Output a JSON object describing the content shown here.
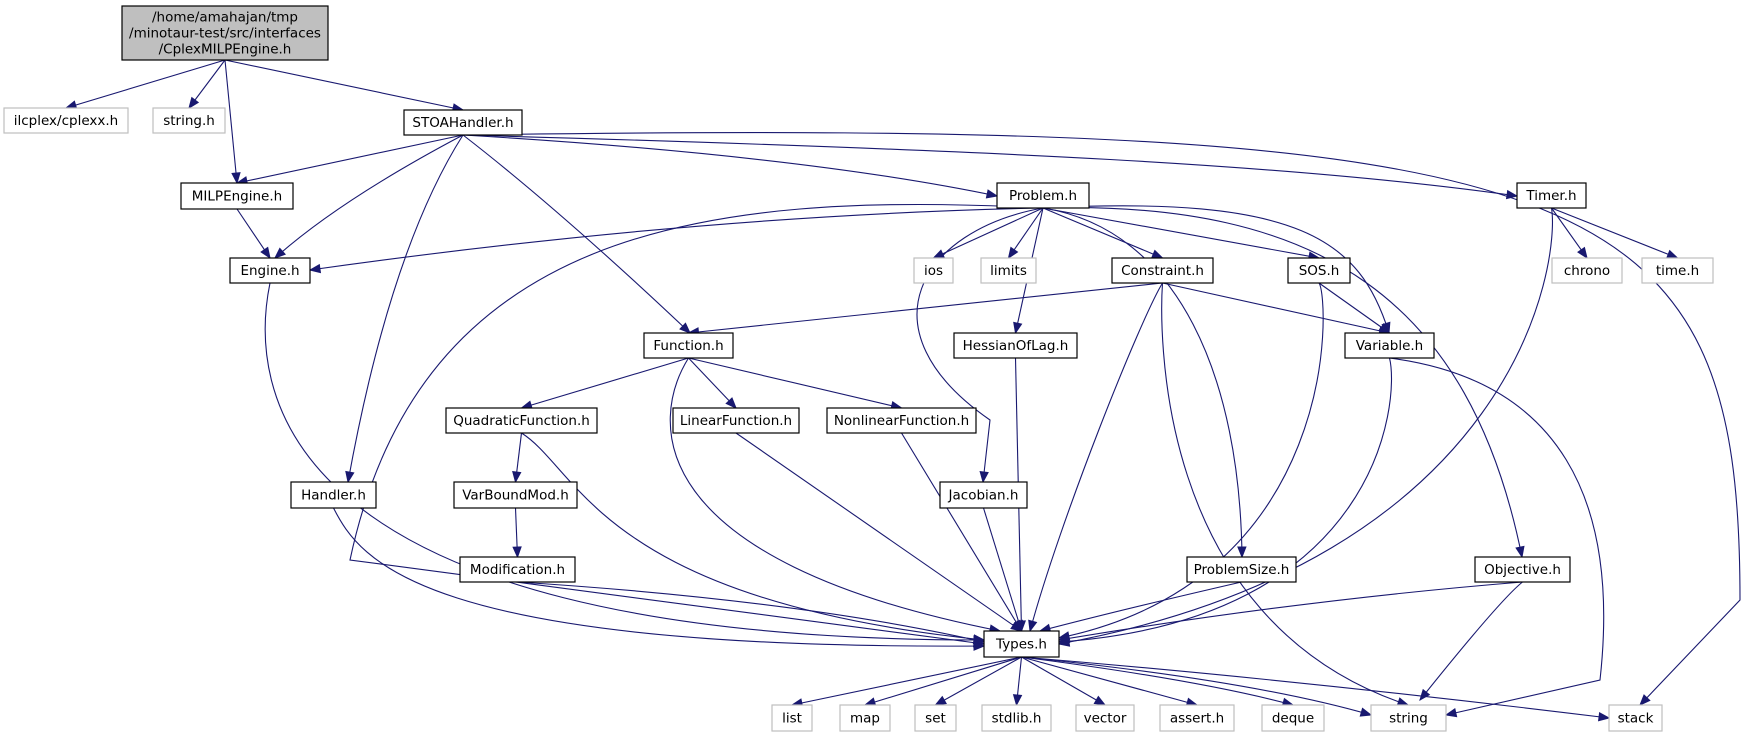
{
  "colors": {
    "edge": "#191970",
    "node_border": "#000000",
    "node_fill": "#ffffff",
    "external_border": "#bfbfbf",
    "external_text": "#404040",
    "root_fill": "#bfbfbf"
  },
  "nodes": [
    {
      "id": "root",
      "lines": [
        "/home/amahajan/tmp",
        "/minotaur-test/src/interfaces",
        "/CplexMILPEngine.h"
      ],
      "kind": "root"
    },
    {
      "id": "ilcplex",
      "lines": [
        "ilcplex/cplexx.h"
      ],
      "kind": "external"
    },
    {
      "id": "string_h",
      "lines": [
        "string.h"
      ],
      "kind": "external"
    },
    {
      "id": "stoahandler",
      "lines": [
        "STOAHandler.h"
      ],
      "kind": "local"
    },
    {
      "id": "milpengine",
      "lines": [
        "MILPEngine.h"
      ],
      "kind": "local"
    },
    {
      "id": "engine",
      "lines": [
        "Engine.h"
      ],
      "kind": "local"
    },
    {
      "id": "problem",
      "lines": [
        "Problem.h"
      ],
      "kind": "local"
    },
    {
      "id": "timer",
      "lines": [
        "Timer.h"
      ],
      "kind": "local"
    },
    {
      "id": "ios",
      "lines": [
        "ios"
      ],
      "kind": "external"
    },
    {
      "id": "limits",
      "lines": [
        "limits"
      ],
      "kind": "external"
    },
    {
      "id": "constraint",
      "lines": [
        "Constraint.h"
      ],
      "kind": "local"
    },
    {
      "id": "sos",
      "lines": [
        "SOS.h"
      ],
      "kind": "local"
    },
    {
      "id": "chrono",
      "lines": [
        "chrono"
      ],
      "kind": "external"
    },
    {
      "id": "time_h",
      "lines": [
        "time.h"
      ],
      "kind": "external"
    },
    {
      "id": "function",
      "lines": [
        "Function.h"
      ],
      "kind": "local"
    },
    {
      "id": "hessian",
      "lines": [
        "HessianOfLag.h"
      ],
      "kind": "local"
    },
    {
      "id": "variable",
      "lines": [
        "Variable.h"
      ],
      "kind": "local"
    },
    {
      "id": "quadratic",
      "lines": [
        "QuadraticFunction.h"
      ],
      "kind": "local"
    },
    {
      "id": "linear",
      "lines": [
        "LinearFunction.h"
      ],
      "kind": "local"
    },
    {
      "id": "nonlinear",
      "lines": [
        "NonlinearFunction.h"
      ],
      "kind": "local"
    },
    {
      "id": "handler",
      "lines": [
        "Handler.h"
      ],
      "kind": "local"
    },
    {
      "id": "varbound",
      "lines": [
        "VarBoundMod.h"
      ],
      "kind": "local"
    },
    {
      "id": "jacobian",
      "lines": [
        "Jacobian.h"
      ],
      "kind": "local"
    },
    {
      "id": "modification",
      "lines": [
        "Modification.h"
      ],
      "kind": "local"
    },
    {
      "id": "problemsize",
      "lines": [
        "ProblemSize.h"
      ],
      "kind": "local"
    },
    {
      "id": "objective",
      "lines": [
        "Objective.h"
      ],
      "kind": "local"
    },
    {
      "id": "types",
      "lines": [
        "Types.h"
      ],
      "kind": "local"
    },
    {
      "id": "list",
      "lines": [
        "list"
      ],
      "kind": "external"
    },
    {
      "id": "map",
      "lines": [
        "map"
      ],
      "kind": "external"
    },
    {
      "id": "set",
      "lines": [
        "set"
      ],
      "kind": "external"
    },
    {
      "id": "stdlib",
      "lines": [
        "stdlib.h"
      ],
      "kind": "external"
    },
    {
      "id": "vector",
      "lines": [
        "vector"
      ],
      "kind": "external"
    },
    {
      "id": "assert",
      "lines": [
        "assert.h"
      ],
      "kind": "external"
    },
    {
      "id": "deque",
      "lines": [
        "deque"
      ],
      "kind": "external"
    },
    {
      "id": "string",
      "lines": [
        "string"
      ],
      "kind": "external"
    },
    {
      "id": "stack",
      "lines": [
        "stack"
      ],
      "kind": "external"
    }
  ],
  "edges": [
    [
      "root",
      "ilcplex"
    ],
    [
      "root",
      "string_h"
    ],
    [
      "root",
      "milpengine"
    ],
    [
      "root",
      "stoahandler"
    ],
    [
      "stoahandler",
      "milpengine"
    ],
    [
      "stoahandler",
      "engine"
    ],
    [
      "stoahandler",
      "problem"
    ],
    [
      "stoahandler",
      "timer"
    ],
    [
      "stoahandler",
      "stack"
    ],
    [
      "stoahandler",
      "function"
    ],
    [
      "stoahandler",
      "handler"
    ],
    [
      "milpengine",
      "engine"
    ],
    [
      "engine",
      "types"
    ],
    [
      "problem",
      "engine"
    ],
    [
      "problem",
      "types"
    ],
    [
      "problem",
      "ios"
    ],
    [
      "problem",
      "limits"
    ],
    [
      "problem",
      "constraint"
    ],
    [
      "problem",
      "sos"
    ],
    [
      "problem",
      "hessian"
    ],
    [
      "problem",
      "variable"
    ],
    [
      "problem",
      "objective"
    ],
    [
      "problem",
      "problemsize"
    ],
    [
      "problem",
      "jacobian"
    ],
    [
      "timer",
      "chrono"
    ],
    [
      "timer",
      "time_h"
    ],
    [
      "timer",
      "types"
    ],
    [
      "constraint",
      "function"
    ],
    [
      "constraint",
      "variable"
    ],
    [
      "constraint",
      "types"
    ],
    [
      "constraint",
      "string"
    ],
    [
      "sos",
      "variable"
    ],
    [
      "sos",
      "types"
    ],
    [
      "function",
      "quadratic"
    ],
    [
      "function",
      "linear"
    ],
    [
      "function",
      "nonlinear"
    ],
    [
      "function",
      "types"
    ],
    [
      "hessian",
      "types"
    ],
    [
      "variable",
      "types"
    ],
    [
      "variable",
      "string"
    ],
    [
      "quadratic",
      "varbound"
    ],
    [
      "quadratic",
      "types"
    ],
    [
      "linear",
      "types"
    ],
    [
      "nonlinear",
      "types"
    ],
    [
      "varbound",
      "modification"
    ],
    [
      "modification",
      "types"
    ],
    [
      "handler",
      "types"
    ],
    [
      "jacobian",
      "types"
    ],
    [
      "problemsize",
      "types"
    ],
    [
      "objective",
      "types"
    ],
    [
      "objective",
      "string"
    ],
    [
      "types",
      "list"
    ],
    [
      "types",
      "map"
    ],
    [
      "types",
      "set"
    ],
    [
      "types",
      "stdlib"
    ],
    [
      "types",
      "vector"
    ],
    [
      "types",
      "assert"
    ],
    [
      "types",
      "deque"
    ],
    [
      "types",
      "string"
    ],
    [
      "types",
      "stack"
    ]
  ]
}
